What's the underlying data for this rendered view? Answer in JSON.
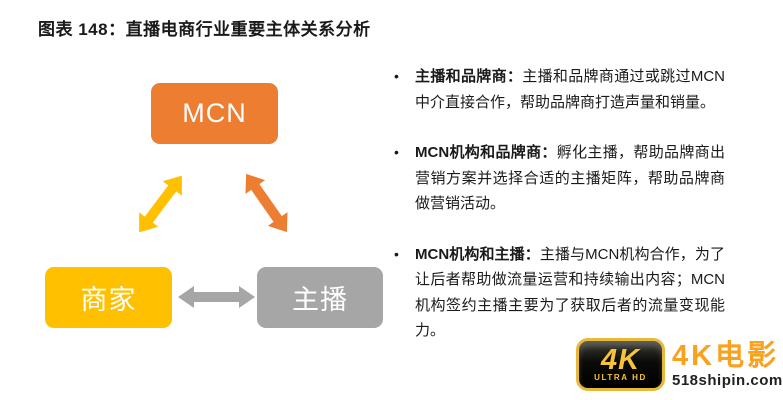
{
  "title": "图表 148：直播电商行业重要主体关系分析",
  "diagram": {
    "nodes": [
      {
        "id": "mcn",
        "label": "MCN",
        "color": "#ED7D31"
      },
      {
        "id": "merchant",
        "label": "商家",
        "color": "#FFC000"
      },
      {
        "id": "anchor",
        "label": "主播",
        "color": "#A6A6A6"
      }
    ],
    "edges": [
      {
        "from": "merchant",
        "to": "mcn",
        "style": "double-arrow",
        "color": "#FFC000"
      },
      {
        "from": "mcn",
        "to": "anchor",
        "style": "double-arrow",
        "color": "#ED7D31"
      },
      {
        "from": "merchant",
        "to": "anchor",
        "style": "double-arrow",
        "color": "#A6A6A6"
      }
    ]
  },
  "bullets": [
    {
      "marker": "•",
      "lead": "主播和品牌商：",
      "body": "主播和品牌商通过或跳过MCN中介直接合作，帮助品牌商打造声量和销量。"
    },
    {
      "marker": "•",
      "lead": "MCN机构和品牌商：",
      "body": "孵化主播，帮助品牌商出营销方案并选择合适的主播矩阵，帮助品牌商做营销活动。"
    },
    {
      "marker": "•",
      "lead": "MCN机构和主播：",
      "body": "主播与MCN机构合作，为了让后者帮助做流量运营和持续输出内容；MCN机构签约主播主要为了获取后者的流量变现能力。"
    }
  ],
  "watermark": {
    "badge_text": "4K",
    "badge_sub": "ULTRA HD",
    "site_name": "4K电影",
    "site_url": "518shipin.com",
    "accent_color": "#f9a21d"
  }
}
